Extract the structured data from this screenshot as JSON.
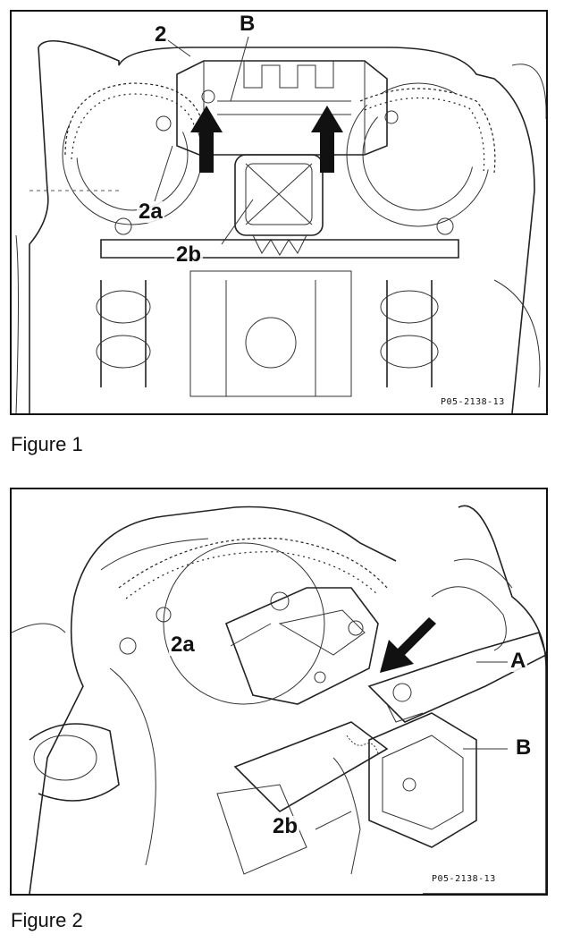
{
  "figure1": {
    "caption": "Figure 1",
    "ref_code": "P05-2138-13",
    "labels": {
      "l2": "2",
      "lB": "B",
      "l2a": "2a",
      "l2b": "2b"
    },
    "arrow_color": "#111111"
  },
  "figure2": {
    "caption": "Figure 2",
    "ref_code": "P05-2138-13",
    "labels": {
      "l2a": "2a",
      "lA": "A",
      "lB": "B",
      "l2b": "2b"
    },
    "arrow_color": "#111111"
  }
}
